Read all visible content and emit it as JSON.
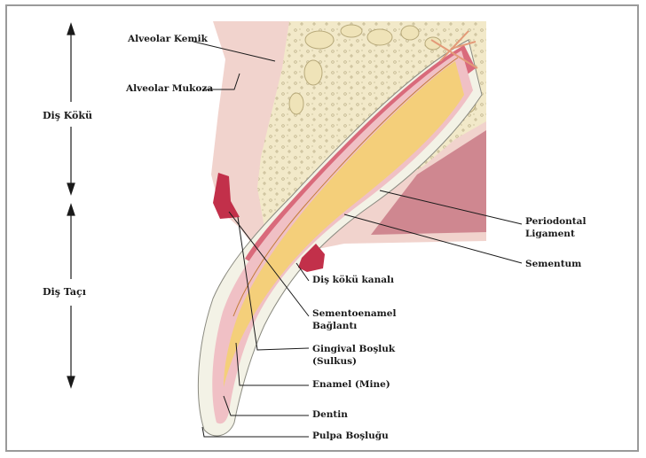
{
  "side_labels": {
    "root": "Diş Kökü",
    "crown": "Diş Taçı"
  },
  "labels": {
    "alveolar_bone": "Alveolar Kemik",
    "alveolar_mucosa": "Alveolar Mukoza",
    "periodontal_ligament_line1": "Periodontal",
    "periodontal_ligament_line2": "Ligament",
    "cementum": "Sementum",
    "root_canal": "Diş kökü kanalı",
    "cej_line1": "Sementoenamel",
    "cej_line2": "Bağlantı",
    "sulcus_line1": "Gingival Boşluk",
    "sulcus_line2": "(Sulkus)",
    "enamel": "Enamel (Mine)",
    "dentin": "Dentin",
    "pulp": "Pulpa Boşluğu"
  },
  "colors": {
    "mucosa": "#f1cfc8",
    "bone": "#f0e6c4",
    "bone_dots": "#c9bf98",
    "ligament_red": "#d65a6e",
    "dentin_pink": "#f0bcc2",
    "pulp_yellow": "#f4cf7a",
    "enamel_white": "#f3f2e6",
    "gingiva_red": "#c2304a",
    "muscle_red": "#c97a84"
  }
}
